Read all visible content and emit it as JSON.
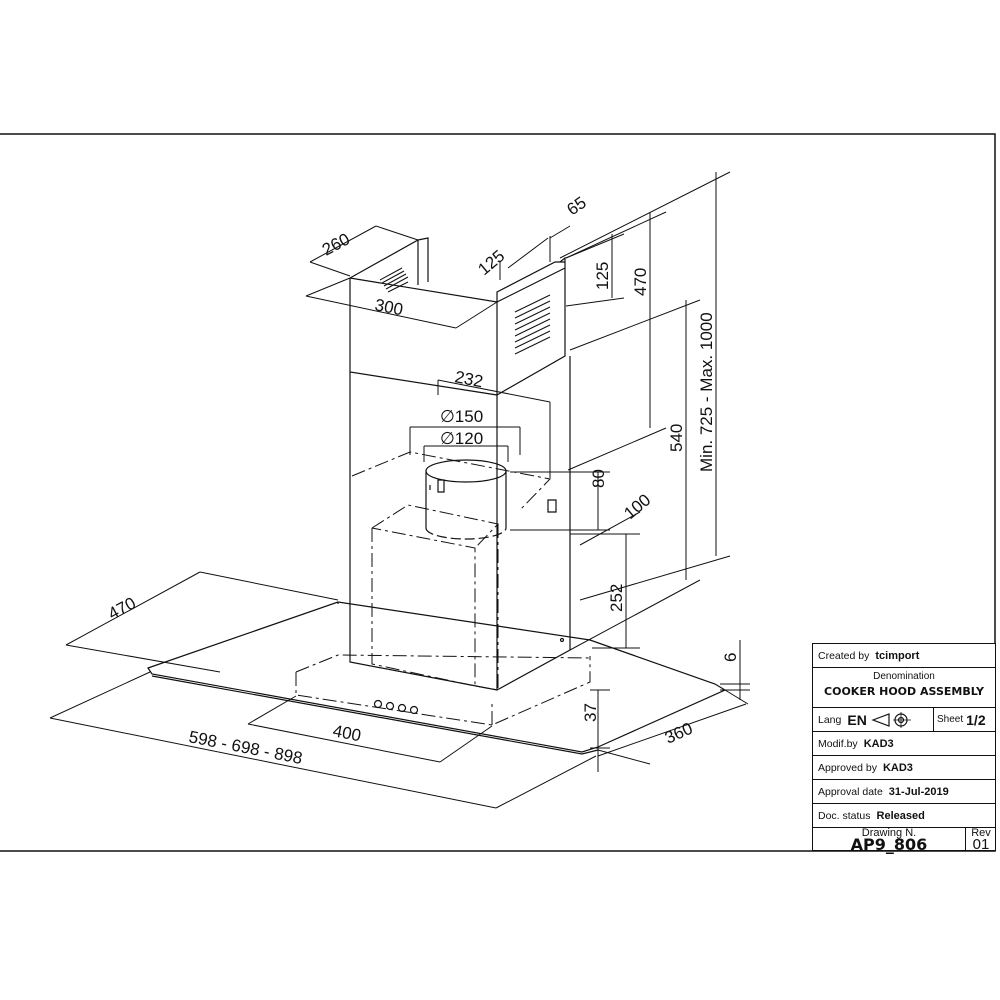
{
  "dimensions": {
    "width_options": "598 - 698 - 898",
    "depth_glass": "470",
    "depth_outer": "360",
    "control_panel_width": "400",
    "chimney_top_depth": "260",
    "chimney_top_width": "300",
    "chimney_width_lower": "232",
    "outlet_diameter_large": "∅150",
    "outlet_diameter_small": "∅120",
    "vent_offset": "125",
    "vent_height": "125",
    "side_offset": "65",
    "upper_height": "470",
    "chimney_height": "540",
    "overall_height": "Min. 725 - Max. 1000",
    "outlet_height": "80",
    "outlet_offset": "100",
    "body_height": "252",
    "glass_thickness": "6",
    "panel_height": "37"
  },
  "title_block": {
    "created_by_label": "Created by",
    "created_by_value": "tcimport",
    "denomination_label": "Denomination",
    "denomination_value": "COOKER HOOD ASSEMBLY",
    "lang_label": "Lang",
    "lang_value": "EN",
    "sheet_label": "Sheet",
    "sheet_value": "1/2",
    "modif_label": "Modif.by",
    "modif_value": "KAD3",
    "approved_label": "Approved by",
    "approved_value": "KAD3",
    "approval_date_label": "Approval date",
    "approval_date_value": "31-Jul-2019",
    "status_label": "Doc. status",
    "status_value": "Released",
    "drawing_label": "Drawing N.",
    "drawing_value": "AP9_806",
    "rev_label": "Rev",
    "rev_value": "01"
  }
}
